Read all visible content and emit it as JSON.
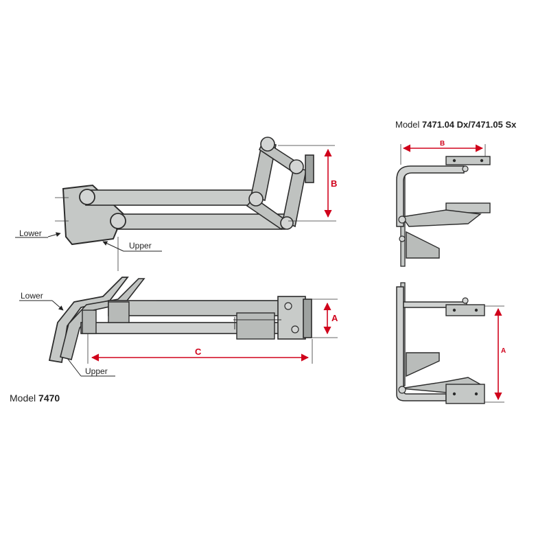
{
  "colors": {
    "dimension": "#d0021b",
    "part_fill": "#c5c8c6",
    "part_dark": "#a9adab",
    "outline": "#2b2b2b",
    "leader": "#333333"
  },
  "model_7471": {
    "prefix": "Model ",
    "number": "7471.04 Dx/7471.05 Sx",
    "dim_b": "B",
    "dim_a": "A"
  },
  "model_7470": {
    "prefix": "Model ",
    "number": "7470"
  },
  "top_view": {
    "lower_label": "Lower",
    "upper_label": "Upper",
    "dim_b": "B"
  },
  "side_view": {
    "lower_label": "Lower",
    "upper_label": "Upper",
    "dim_a": "A",
    "dim_c": "C"
  }
}
